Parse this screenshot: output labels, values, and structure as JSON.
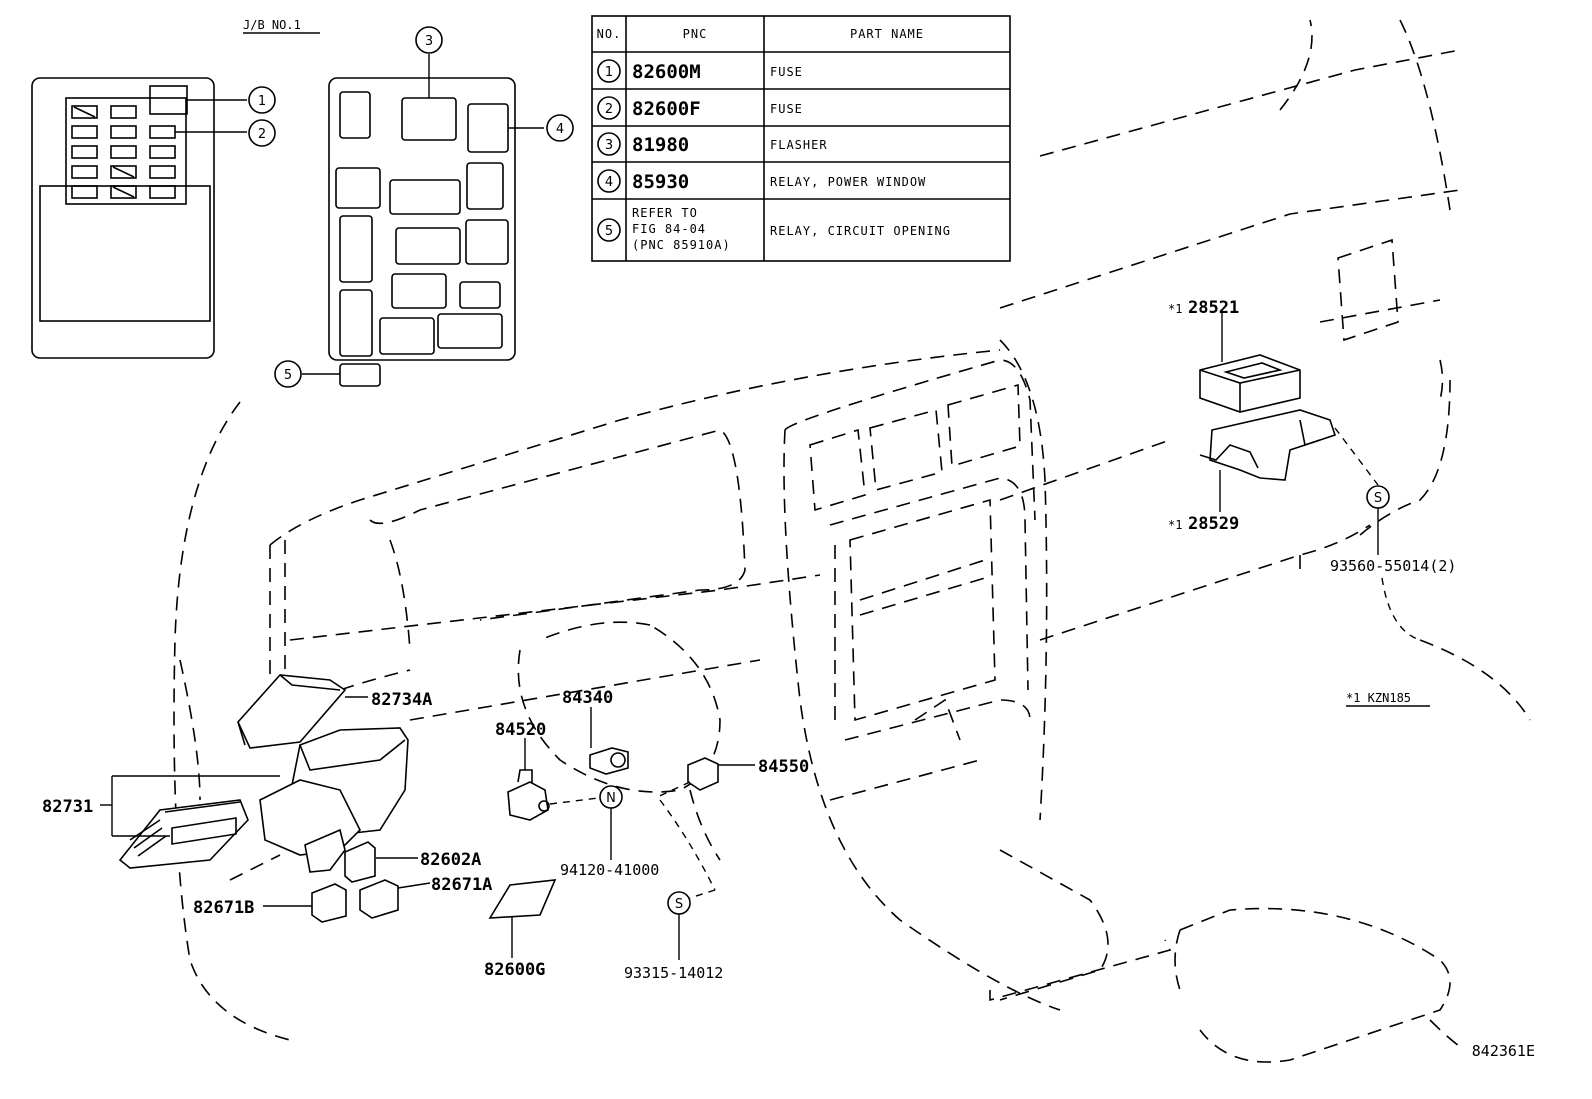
{
  "jb_title": "J/B NO.1",
  "table": {
    "headers": {
      "no": "NO.",
      "pnc": "PNC",
      "part_name": "PART NAME"
    },
    "rows": [
      {
        "no": "1",
        "pnc": "82600M",
        "name": "FUSE"
      },
      {
        "no": "2",
        "pnc": "82600F",
        "name": "FUSE"
      },
      {
        "no": "3",
        "pnc": "81980",
        "name": "FLASHER"
      },
      {
        "no": "4",
        "pnc": "85930",
        "name": "RELAY, POWER WINDOW"
      },
      {
        "no": "5",
        "pnc_lines": [
          "REFER TO",
          "FIG 84-04",
          "(PNC 85910A)"
        ],
        "name": "RELAY, CIRCUIT OPENING"
      }
    ]
  },
  "callouts": {
    "c1": "1",
    "c2": "2",
    "c3": "3",
    "c4": "4",
    "c5": "5"
  },
  "parts": {
    "p28521": "28521",
    "p28529": "28529",
    "star": "*1",
    "p93560": "93560-55014(2)",
    "note": "*1 KZN185",
    "p82734A": "82734A",
    "p82731": "82731",
    "p84340": "84340",
    "p84520": "84520",
    "p84550": "84550",
    "p82602A": "82602A",
    "p82671A": "82671A",
    "p82671B": "82671B",
    "p94120": "94120-41000",
    "p82600G": "82600G",
    "p93315": "93315-14012",
    "s_symbol": "S",
    "n_symbol": "N"
  },
  "drawing_number": "842361E"
}
